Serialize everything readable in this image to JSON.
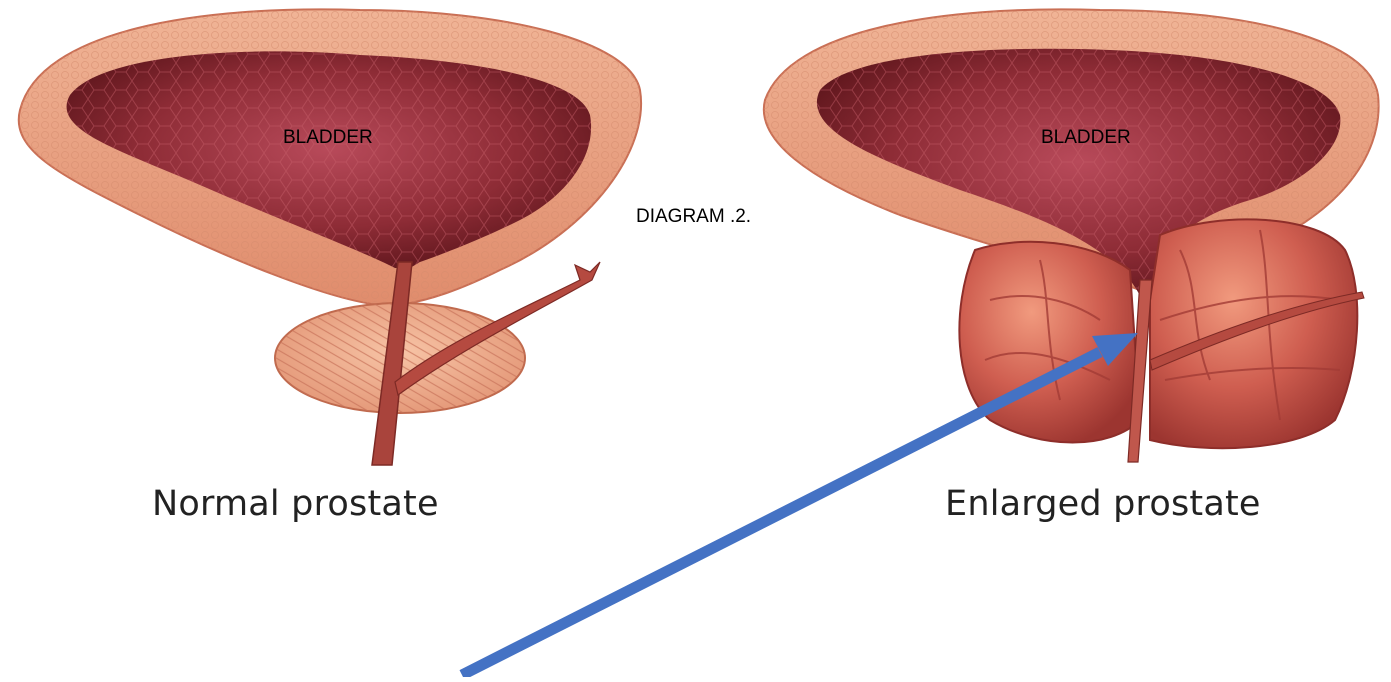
{
  "labels": {
    "bladder_left": "BLADDER",
    "bladder_right": "BLADDER",
    "diagram_title": "DIAGRAM .2.",
    "caption_left": "Normal prostate",
    "caption_right": "Enlarged prostate"
  },
  "colors": {
    "bladder_wall": "#e9a07f",
    "bladder_wall_dark": "#c96f55",
    "bladder_cavity": "#7a2027",
    "bladder_cavity_center": "#b04453",
    "prostate_normal": "#f0b08c",
    "prostate_enlarged": "#c4544a",
    "urethra": "#9a3a34",
    "arrow": "#4472c4"
  },
  "icons": {
    "pointer_arrow": "arrow-icon"
  }
}
